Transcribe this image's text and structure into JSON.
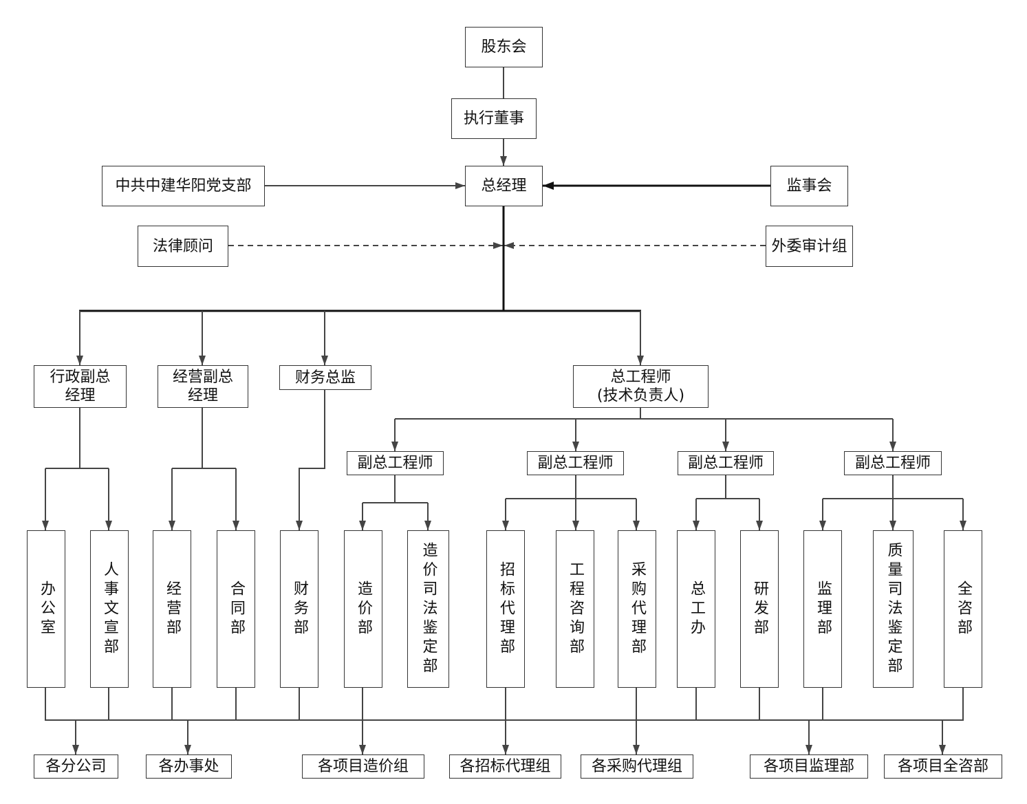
{
  "org": {
    "shareholders": "股东会",
    "executive_director": "执行董事",
    "general_manager": "总经理",
    "party_branch": "中共中建华阳党支部",
    "supervisory_board": "监事会",
    "legal_counsel": "法律顾问",
    "external_audit_group": "外委审计组"
  },
  "executives": {
    "admin_vp": "行政副总\n经理",
    "business_vp": "经营副总\n经理",
    "cfo": "财务总监",
    "chief_engineer": "总工程师\n(技术负责人)"
  },
  "deputy_chief_engineers": [
    "副总工程师",
    "副总工程师",
    "副总工程师",
    "副总工程师"
  ],
  "departments": [
    "办公室",
    "人事文宣部",
    "经营部",
    "合同部",
    "财务部",
    "造价部",
    "造价司法鉴定部",
    "招标代理部",
    "工程咨询部",
    "采购代理部",
    "总工办",
    "研发部",
    "监理部",
    "质量司法鉴定部",
    "全咨部"
  ],
  "units": [
    "各分公司",
    "各办事处",
    "各项目造价组",
    "各招标代理组",
    "各采购代理组",
    "各项目监理部",
    "各项目全咨部"
  ]
}
